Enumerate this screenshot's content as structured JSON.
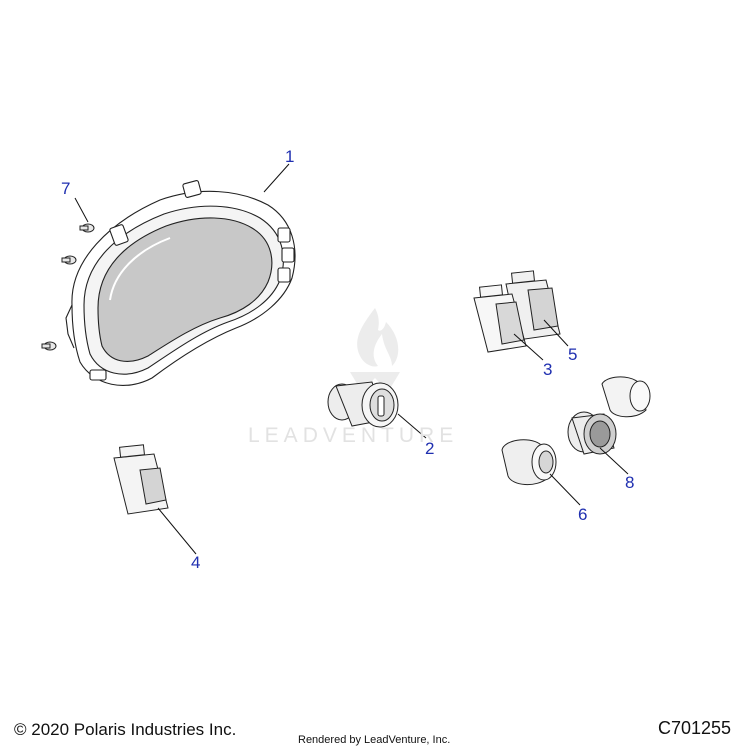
{
  "callouts": [
    {
      "id": "1",
      "text": "1"
    },
    {
      "id": "2",
      "text": "2"
    },
    {
      "id": "3",
      "text": "3"
    },
    {
      "id": "4",
      "text": "4"
    },
    {
      "id": "5",
      "text": "5"
    },
    {
      "id": "6",
      "text": "6"
    },
    {
      "id": "7",
      "text": "7"
    },
    {
      "id": "8",
      "text": "8"
    }
  ],
  "watermark": "LEADVENTURE",
  "footer": {
    "copyright": "© 2020 Polaris Industries Inc.",
    "rendered_by": "Rendered by LeadVenture, Inc.",
    "drawing_number": "C701255"
  },
  "colors": {
    "callout": "#1f2fb0",
    "line_art": "#222222",
    "lens": "#c8c8c8",
    "watermark": "#e2e2e2"
  }
}
